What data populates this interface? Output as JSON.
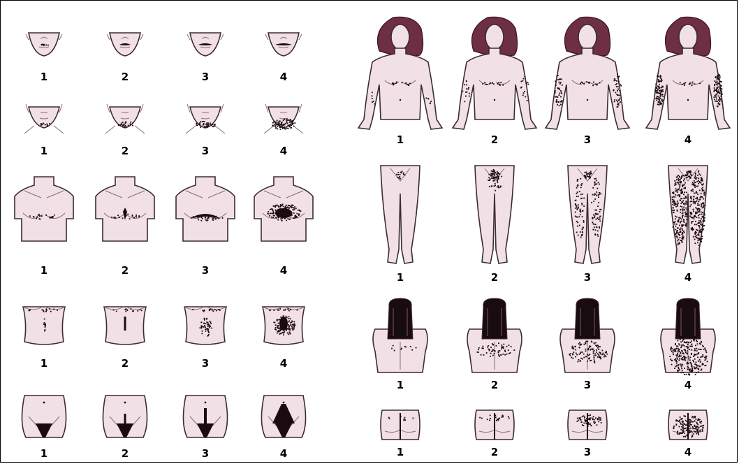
{
  "stages": [
    "1",
    "2",
    "3",
    "4"
  ],
  "left_rows": [
    {
      "region": "upper-lip",
      "labels": [
        "1",
        "2",
        "3",
        "4"
      ]
    },
    {
      "region": "chin",
      "labels": [
        "1",
        "2",
        "3",
        "4"
      ]
    },
    {
      "region": "chest",
      "labels": [
        "1",
        "2",
        "3",
        "4"
      ]
    },
    {
      "region": "upper-abdomen",
      "labels": [
        "1",
        "2",
        "3",
        "4"
      ]
    },
    {
      "region": "lower-abdomen",
      "labels": [
        "1",
        "2",
        "3",
        "4"
      ]
    }
  ],
  "right_rows": [
    {
      "region": "upper-arm",
      "labels": [
        "1",
        "2",
        "3",
        "4"
      ]
    },
    {
      "region": "thigh",
      "labels": [
        "1",
        "2",
        "3",
        "4"
      ]
    },
    {
      "region": "upper-back",
      "labels": [
        "1",
        "2",
        "3",
        "4"
      ]
    },
    {
      "region": "lower-back",
      "labels": [
        "1",
        "2",
        "3",
        "4"
      ]
    }
  ],
  "colors": {
    "skin": "#f1e0e6",
    "outline": "#3b2b35",
    "hair": "#1b0a10",
    "head_hair": "#6e2e43",
    "border": "#000000"
  }
}
